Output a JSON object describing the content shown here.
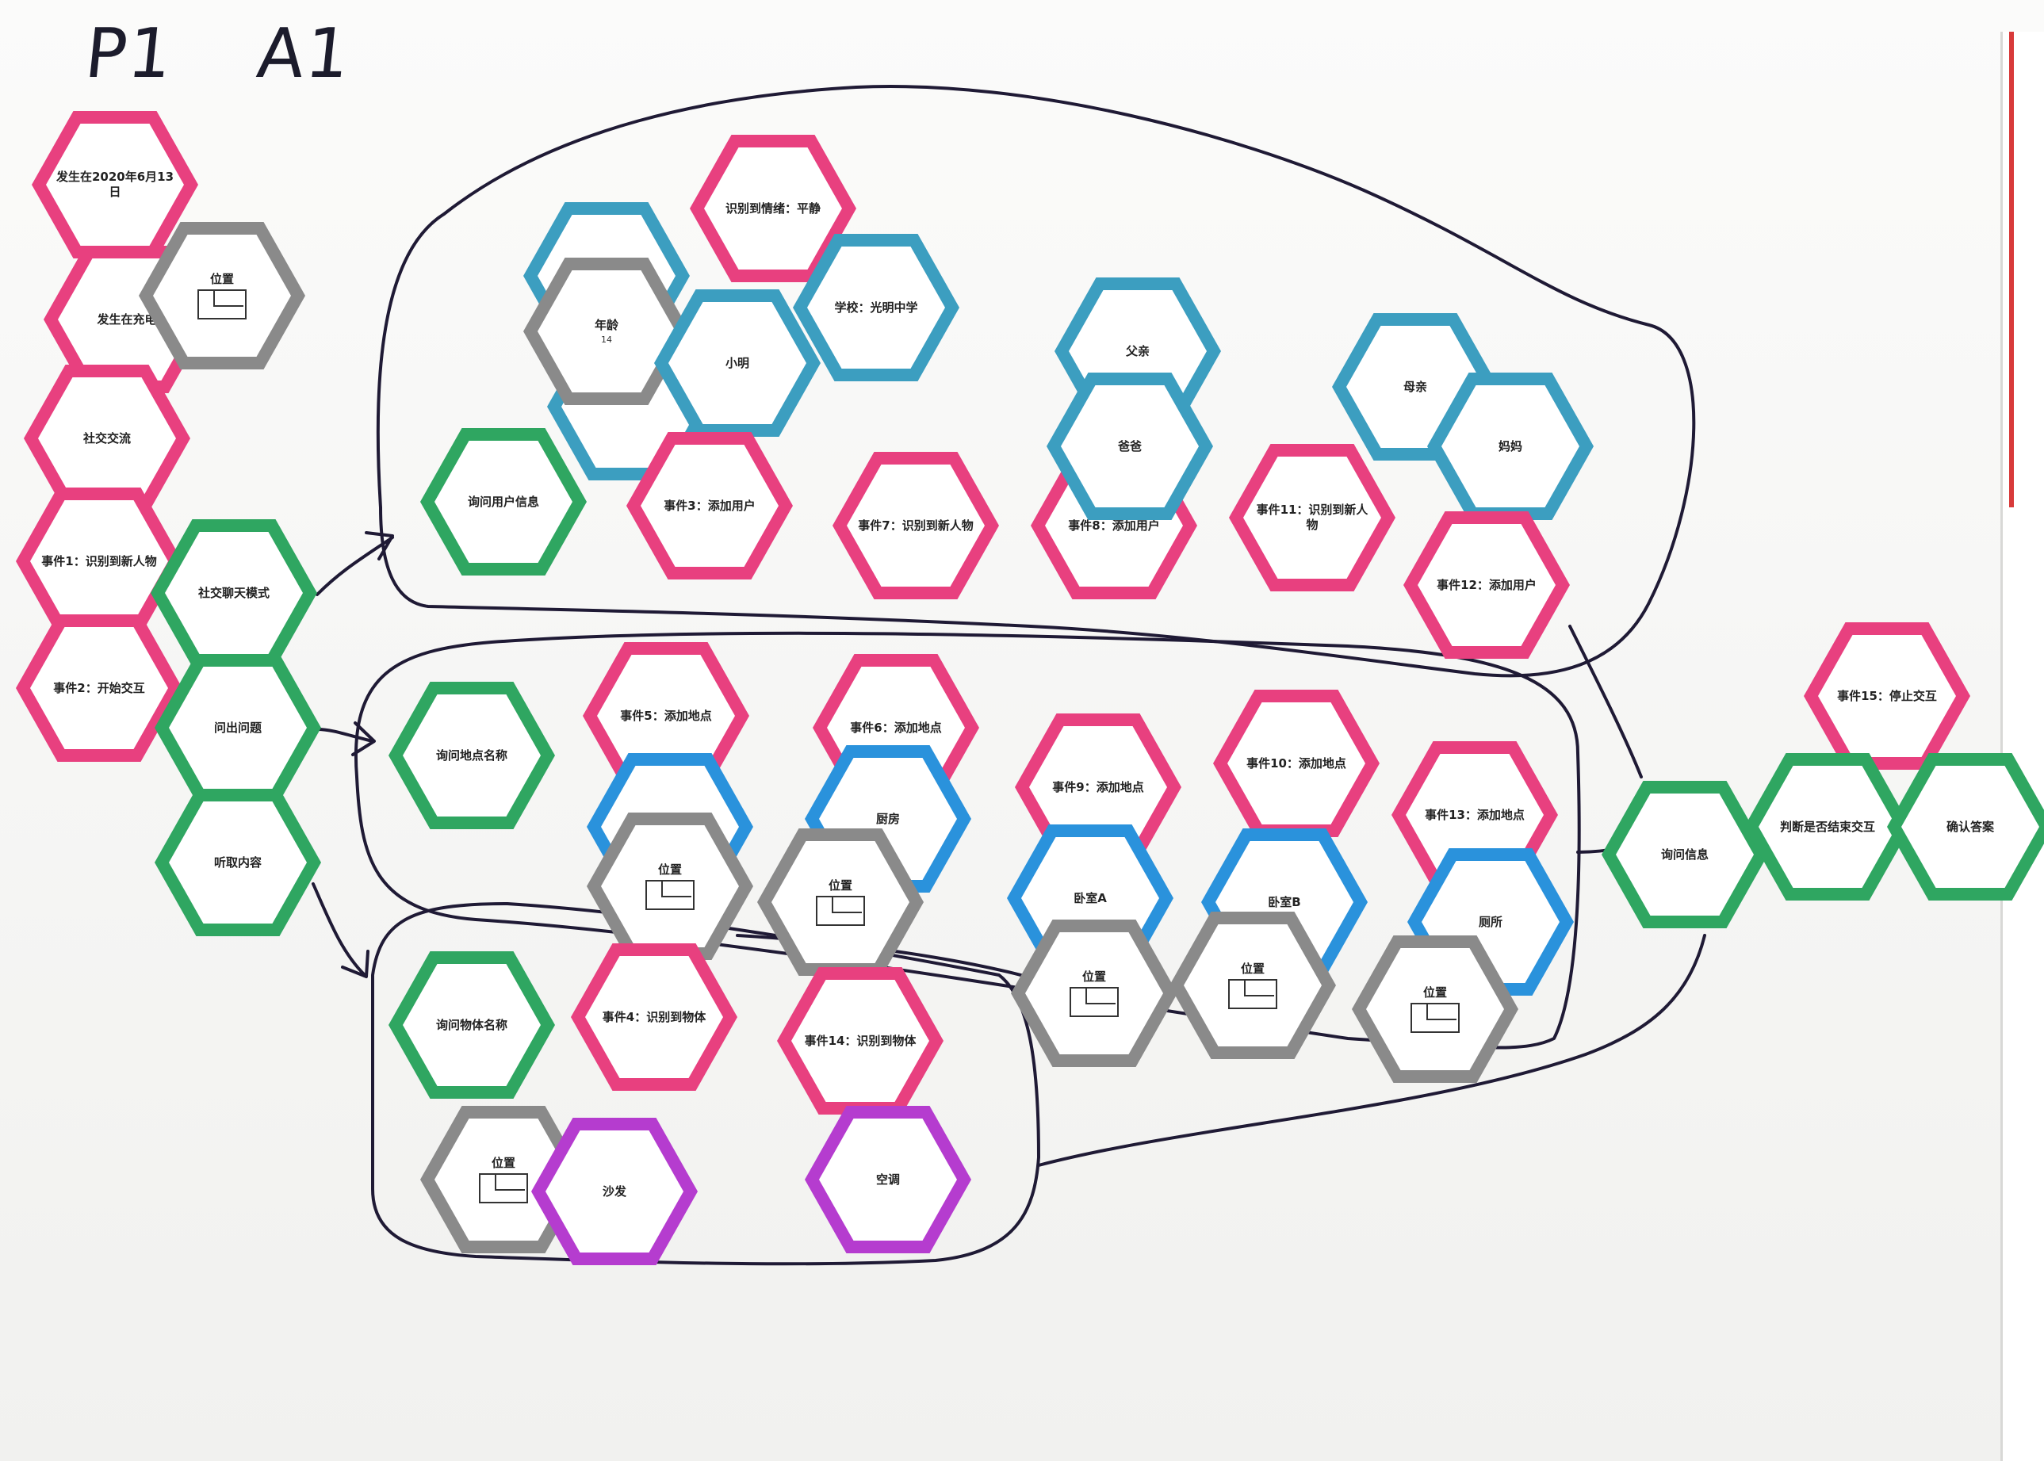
{
  "title": {
    "left": "P1",
    "right": "A1"
  },
  "colors": {
    "event": "#e8407f",
    "social": "#3c9ec0",
    "action": "#2fa661",
    "location": "#8a8a8a",
    "semantic_map": "#2a92dc",
    "object": "#b53ccf",
    "marker": "#1f1a35"
  },
  "cards": [
    {
      "label": "发生在2020年6月13日"
    },
    {
      "label": "发生在充电"
    },
    {
      "label": "位置"
    },
    {
      "label": "社交交流"
    },
    {
      "label": "事件1：识别到新人物"
    },
    {
      "label": "社交聊天模式"
    },
    {
      "label": "事件2：开始交互"
    },
    {
      "label": "问出问题"
    },
    {
      "label": "听取内容"
    },
    {
      "label": "识别到情绪：平静"
    },
    {
      "label": "年龄",
      "sub": "14"
    },
    {
      "label": "小明"
    },
    {
      "label": "学校：光明中学"
    },
    {
      "label": "询问用户信息"
    },
    {
      "label": "事件3：添加用户"
    },
    {
      "label": "事件7：识别到新人物"
    },
    {
      "label": "父亲"
    },
    {
      "label": "爸爸"
    },
    {
      "label": "事件8：添加用户"
    },
    {
      "label": "母亲"
    },
    {
      "label": "妈妈"
    },
    {
      "label": "事件11：识别到新人物"
    },
    {
      "label": "事件12：添加用户"
    },
    {
      "label": "询问地点名称"
    },
    {
      "label": "事件5：添加地点"
    },
    {
      "label": "事件6：添加地点"
    },
    {
      "label": "厨房"
    },
    {
      "label": "位置"
    },
    {
      "label": "位置"
    },
    {
      "label": "事件9：添加地点"
    },
    {
      "label": "卧室A"
    },
    {
      "label": "位置"
    },
    {
      "label": "事件10：添加地点"
    },
    {
      "label": "卧室B"
    },
    {
      "label": "位置"
    },
    {
      "label": "事件13：添加地点"
    },
    {
      "label": "厕所"
    },
    {
      "label": "位置"
    },
    {
      "label": "询问物体名称"
    },
    {
      "label": "事件4：识别到物体"
    },
    {
      "label": "事件14：识别到物体"
    },
    {
      "label": "位置"
    },
    {
      "label": "沙发"
    },
    {
      "label": "空调"
    },
    {
      "label": "事件15：停止交互"
    },
    {
      "label": "询问信息"
    },
    {
      "label": "判断是否结束交互"
    },
    {
      "label": "确认答案"
    }
  ]
}
